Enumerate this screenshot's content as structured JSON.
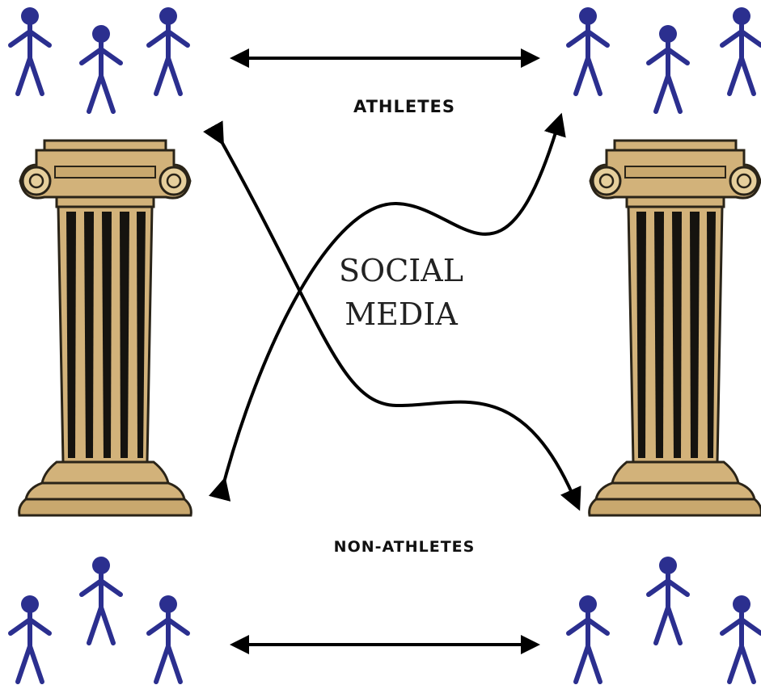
{
  "labels": {
    "top": "ATHLETES",
    "bottom": "NON-ATHLETES",
    "center_line1": "SOCIAL",
    "center_line2": "MEDIA"
  },
  "colors": {
    "person": "#2b2f8f",
    "column_fill": "#d2b27a",
    "column_stroke": "#2a2418",
    "flute": "#15130f",
    "arrow": "#000000"
  },
  "icons": {
    "person": "person-icon",
    "column": "ionic-column-icon"
  }
}
